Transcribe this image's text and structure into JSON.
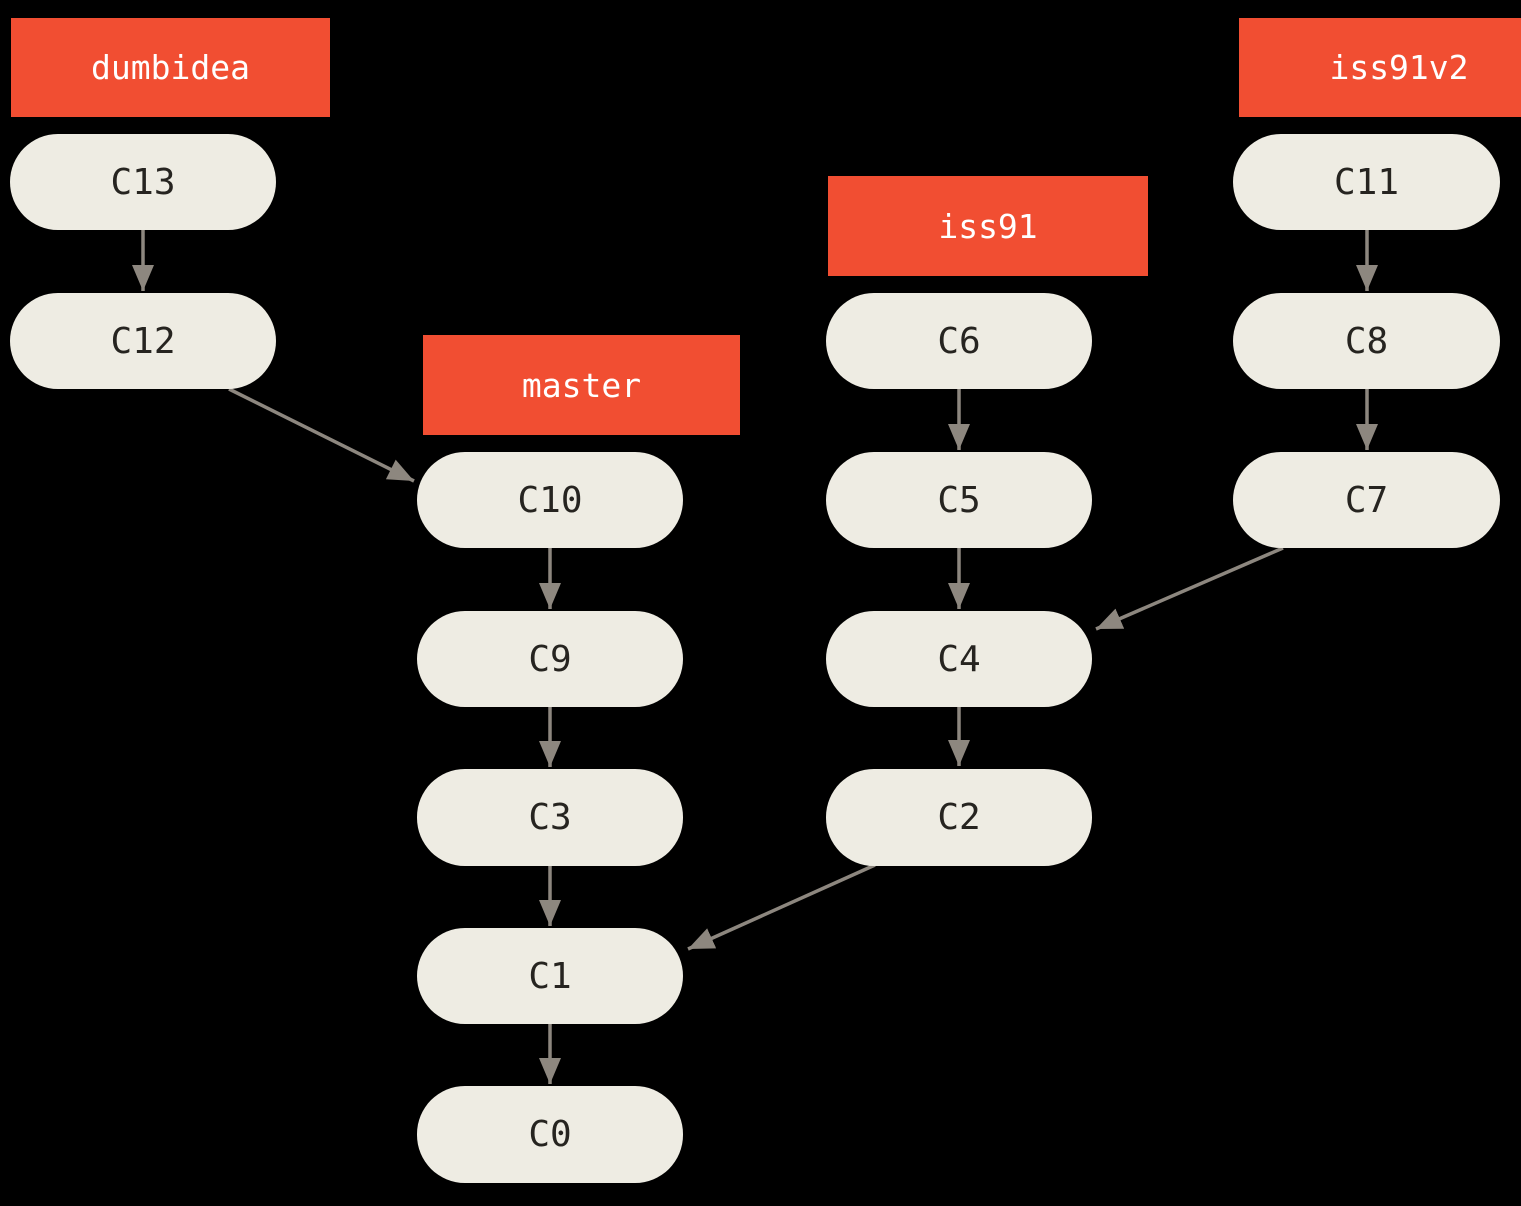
{
  "diagram": {
    "type": "git-commit-graph",
    "branches": [
      {
        "label": "dumbidea",
        "head": "C13"
      },
      {
        "label": "master",
        "head": "C10"
      },
      {
        "label": "iss91",
        "head": "C6"
      },
      {
        "label": "iss91v2",
        "head": "C11"
      }
    ],
    "commits": [
      {
        "label": "C13"
      },
      {
        "label": "C12"
      },
      {
        "label": "C10"
      },
      {
        "label": "C9"
      },
      {
        "label": "C3"
      },
      {
        "label": "C1"
      },
      {
        "label": "C0"
      },
      {
        "label": "C6"
      },
      {
        "label": "C5"
      },
      {
        "label": "C4"
      },
      {
        "label": "C2"
      },
      {
        "label": "C11"
      },
      {
        "label": "C8"
      },
      {
        "label": "C7"
      }
    ],
    "edges": [
      {
        "from": "C13",
        "to": "C12"
      },
      {
        "from": "C12",
        "to": "C10"
      },
      {
        "from": "C10",
        "to": "C9"
      },
      {
        "from": "C9",
        "to": "C3"
      },
      {
        "from": "C3",
        "to": "C1"
      },
      {
        "from": "C1",
        "to": "C0"
      },
      {
        "from": "C6",
        "to": "C5"
      },
      {
        "from": "C5",
        "to": "C4"
      },
      {
        "from": "C4",
        "to": "C2"
      },
      {
        "from": "C2",
        "to": "C1"
      },
      {
        "from": "C11",
        "to": "C8"
      },
      {
        "from": "C8",
        "to": "C7"
      },
      {
        "from": "C7",
        "to": "C4"
      }
    ],
    "colors": {
      "background": "#000000",
      "branch_label_bg": "#f14e32",
      "branch_label_text": "#ffffff",
      "node_bg": "#eeece3",
      "node_text": "#262420",
      "arrow": "#8d877f"
    }
  }
}
